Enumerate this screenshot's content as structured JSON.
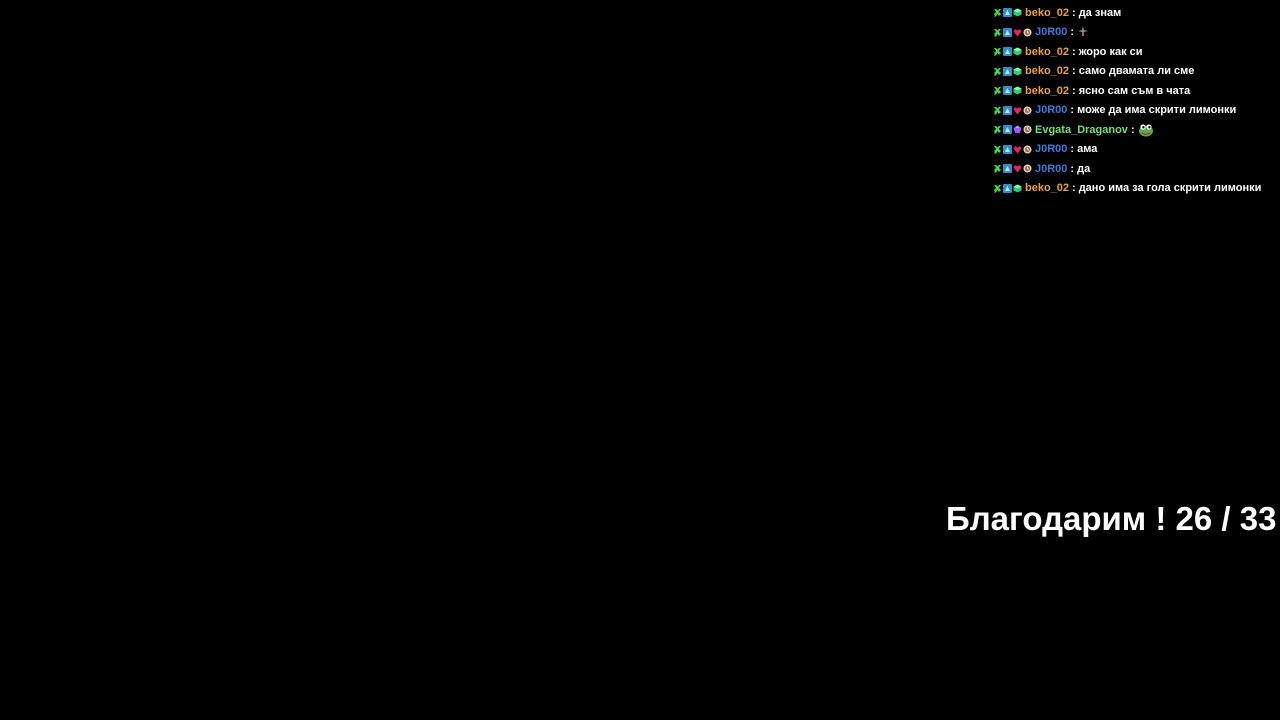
{
  "colors": {
    "background": "#000000",
    "message_text": "#ffffff",
    "user_beko": "#e8a339",
    "user_joroo": "#3c7bd8",
    "user_evgata": "#71e06b"
  },
  "chat": {
    "messages": [
      {
        "user": "beko_02",
        "sep": ":",
        "text": "да знам",
        "user_color": "#e8a339",
        "badges": [
          "sword-icon",
          "prime-icon",
          "gift-cube-icon"
        ]
      },
      {
        "user": "J0R00",
        "sep": ":",
        "text": "",
        "emote": "sparkle-emote",
        "user_color": "#3c7bd8",
        "badges": [
          "sword-icon",
          "prime-icon",
          "heart-gem-icon",
          "clock-icon"
        ]
      },
      {
        "user": "beko_02",
        "sep": ":",
        "text": "жоро как си",
        "user_color": "#e8a339",
        "badges": [
          "sword-icon",
          "prime-icon",
          "gift-cube-icon"
        ]
      },
      {
        "user": "beko_02",
        "sep": ":",
        "text": "само двамата ли сме",
        "user_color": "#e8a339",
        "badges": [
          "sword-icon",
          "prime-icon",
          "gift-cube-icon"
        ]
      },
      {
        "user": "beko_02",
        "sep": ":",
        "text": "ясно сам съм в чата",
        "user_color": "#e8a339",
        "badges": [
          "sword-icon",
          "prime-icon",
          "gift-cube-icon"
        ]
      },
      {
        "user": "J0R00",
        "sep": ":",
        "text": "може да има скрити лимонки",
        "user_color": "#3c7bd8",
        "badges": [
          "sword-icon",
          "prime-icon",
          "heart-gem-icon",
          "clock-icon"
        ]
      },
      {
        "user": "Evgata_Draganov",
        "sep": ":",
        "text": "",
        "emote": "frog-emote",
        "user_color": "#71e06b",
        "badges": [
          "sword-icon",
          "prime-icon",
          "purple-gem-icon",
          "clock-icon"
        ]
      },
      {
        "user": "J0R00",
        "sep": ":",
        "text": "ама",
        "user_color": "#3c7bd8",
        "badges": [
          "sword-icon",
          "prime-icon",
          "heart-gem-icon",
          "clock-icon"
        ]
      },
      {
        "user": "J0R00",
        "sep": ":",
        "text": "да",
        "user_color": "#3c7bd8",
        "badges": [
          "sword-icon",
          "prime-icon",
          "heart-gem-icon",
          "clock-icon"
        ]
      },
      {
        "user": "beko_02",
        "sep": ":",
        "text": "дано има за гола скрити лимонки",
        "user_color": "#e8a339",
        "badges": [
          "sword-icon",
          "prime-icon",
          "gift-cube-icon"
        ]
      }
    ]
  },
  "overlay": {
    "thanks_text": "Благодарим ! 26 / 33"
  }
}
